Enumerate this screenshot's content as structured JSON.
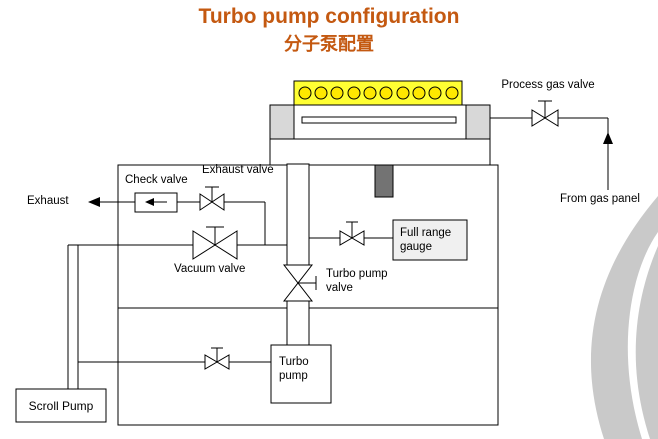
{
  "title": "Turbo pump configuration",
  "subtitle": "分子泵配置",
  "labels": {
    "process_gas_valve": "Process gas valve",
    "from_gas_panel": "From gas panel",
    "exhaust": "Exhaust",
    "check_valve": "Check valve",
    "exhaust_valve": "Exhaust valve",
    "vacuum_valve": "Vacuum valve",
    "full_range_gauge": "Full range gauge",
    "turbo_pump_valve": "Turbo pump valve",
    "turbo_pump": "Turbo pump",
    "scroll_pump": "Scroll Pump"
  },
  "colors": {
    "title_orange": "#C45911",
    "lamp_box_yellow": "#FFFF33",
    "lamp_bulb_yellow": "#FFE800",
    "chamber_wall_gray": "#D8D8D8",
    "pedestal_gray": "#737373",
    "gauge_box_gray": "#F0F0F0",
    "swoosh_gray": "#C9C9C9",
    "line_black": "#000000"
  }
}
